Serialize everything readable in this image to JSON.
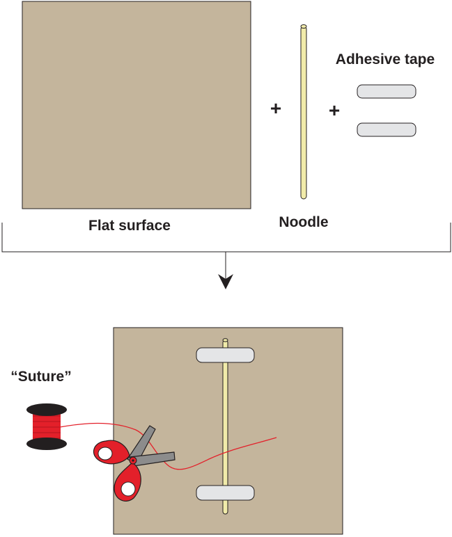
{
  "labels": {
    "flat_surface": "Flat surface",
    "noodle": "Noodle",
    "adhesive_tape": "Adhesive tape",
    "suture": "“Suture”",
    "plus": "+"
  },
  "colors": {
    "surface": "#c4b59c",
    "noodle": "#f1ebaa",
    "tape": "#e4e5e7",
    "spool_thread": "#e3202a",
    "spool_ends": "#231f20",
    "scissor_handle": "#e3202a",
    "scissor_blade": "#8c8c8c",
    "thread": "#e3202a"
  }
}
